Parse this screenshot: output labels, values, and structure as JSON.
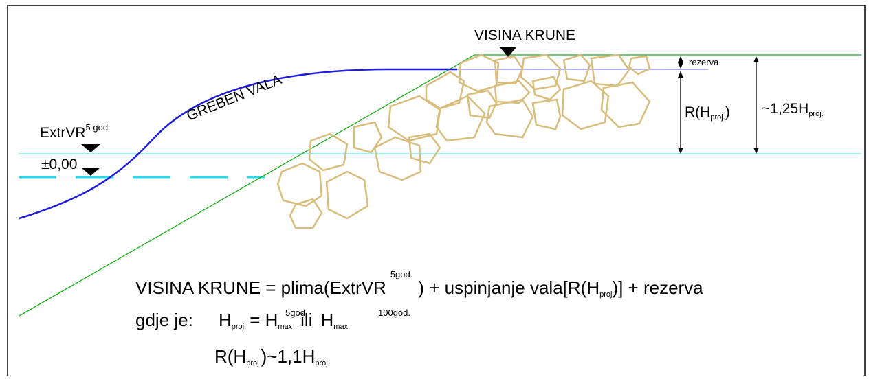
{
  "labels": {
    "crest_height": "VISINA KRUNE",
    "wave_crest": "GREBEN VALA",
    "reserve": "rezerva",
    "extr_level": "ExtrVR",
    "extr_level_sup": "5 god",
    "zero_level": "±0,00",
    "run_up": "R(H",
    "run_up_sub": "proj.",
    "run_up_close": ")",
    "total_height": "~1,25H",
    "total_height_sub": "proj."
  },
  "formula": {
    "line1_a": "VISINA KRUNE = plima(ExtrVR",
    "line1_sup": "5god.",
    "line1_b": ") + uspinjanje vala[R(H",
    "line1_sub": "proj",
    "line1_c": ")] + rezerva",
    "line2_where": "gdje je:",
    "line2_h": "H",
    "line2_h_sub": "proj.",
    "line2_eq": "= H",
    "line2_max1_sub": "max",
    "line2_max1_sup": "5god.",
    "line2_or": "ili",
    "line2_h2": "H",
    "line2_max2_sub": "max",
    "line2_max2_sup": "100god.",
    "line3_a": "R(H",
    "line3_sub": "proj.",
    "line3_b": ")~1,1H",
    "line3_sub2": "proj."
  },
  "colors": {
    "wave": "#1d1ddb",
    "slope": "#18b018",
    "water": "#7fe8f2",
    "water_dash": "#22dded",
    "reserve_line": "#9a9af0",
    "rock": "#d8bd7c"
  }
}
